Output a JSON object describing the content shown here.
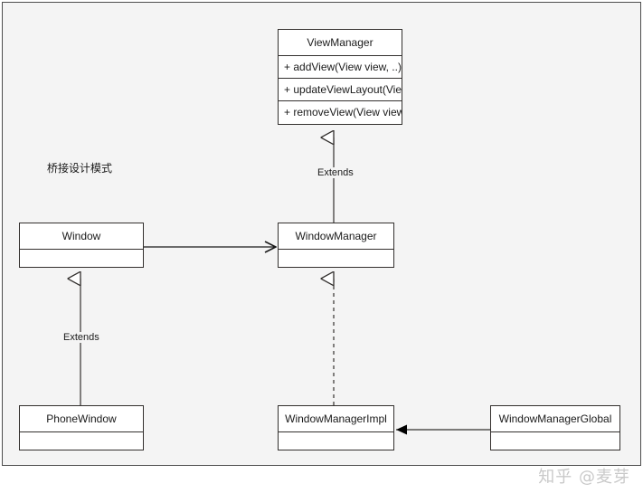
{
  "diagram": {
    "title_note": "桥接设计模式",
    "watermark": "知乎 @麦芽",
    "background_color": "#f4f4f4",
    "box_fill_color": "#ffffff",
    "line_color": "#33302e",
    "classes": [
      {
        "id": "view-manager",
        "name": "ViewManager",
        "members": [
          "+ addView(View view, ..)",
          "+ updateViewLayout(Vie",
          "+ removeView(View view"
        ]
      },
      {
        "id": "window",
        "name": "Window",
        "members": []
      },
      {
        "id": "window-manager",
        "name": "WindowManager",
        "members": []
      },
      {
        "id": "phone-window",
        "name": "PhoneWindow",
        "members": []
      },
      {
        "id": "window-manager-impl",
        "name": "WindowManagerImpl",
        "members": []
      },
      {
        "id": "window-manager-global",
        "name": "WindowManagerGlobal",
        "members": []
      }
    ],
    "relationships": [
      {
        "id": "wm-extends-vm",
        "from": "WindowManager",
        "to": "ViewManager",
        "label": "Extends",
        "style": "solid",
        "arrow": "hollow-triangle"
      },
      {
        "id": "pw-extends-window",
        "from": "PhoneWindow",
        "to": "Window",
        "label": "Extends",
        "style": "solid",
        "arrow": "hollow-triangle"
      },
      {
        "id": "wmi-implements-wm",
        "from": "WindowManagerImpl",
        "to": "WindowManager",
        "label": "",
        "style": "dashed",
        "arrow": "hollow-triangle"
      },
      {
        "id": "window-assoc-wm",
        "from": "Window",
        "to": "WindowManager",
        "label": "",
        "style": "solid",
        "arrow": "open"
      },
      {
        "id": "wmg-to-wmi",
        "from": "WindowManagerGlobal",
        "to": "WindowManagerImpl",
        "label": "",
        "style": "solid",
        "arrow": "filled-triangle"
      }
    ]
  }
}
